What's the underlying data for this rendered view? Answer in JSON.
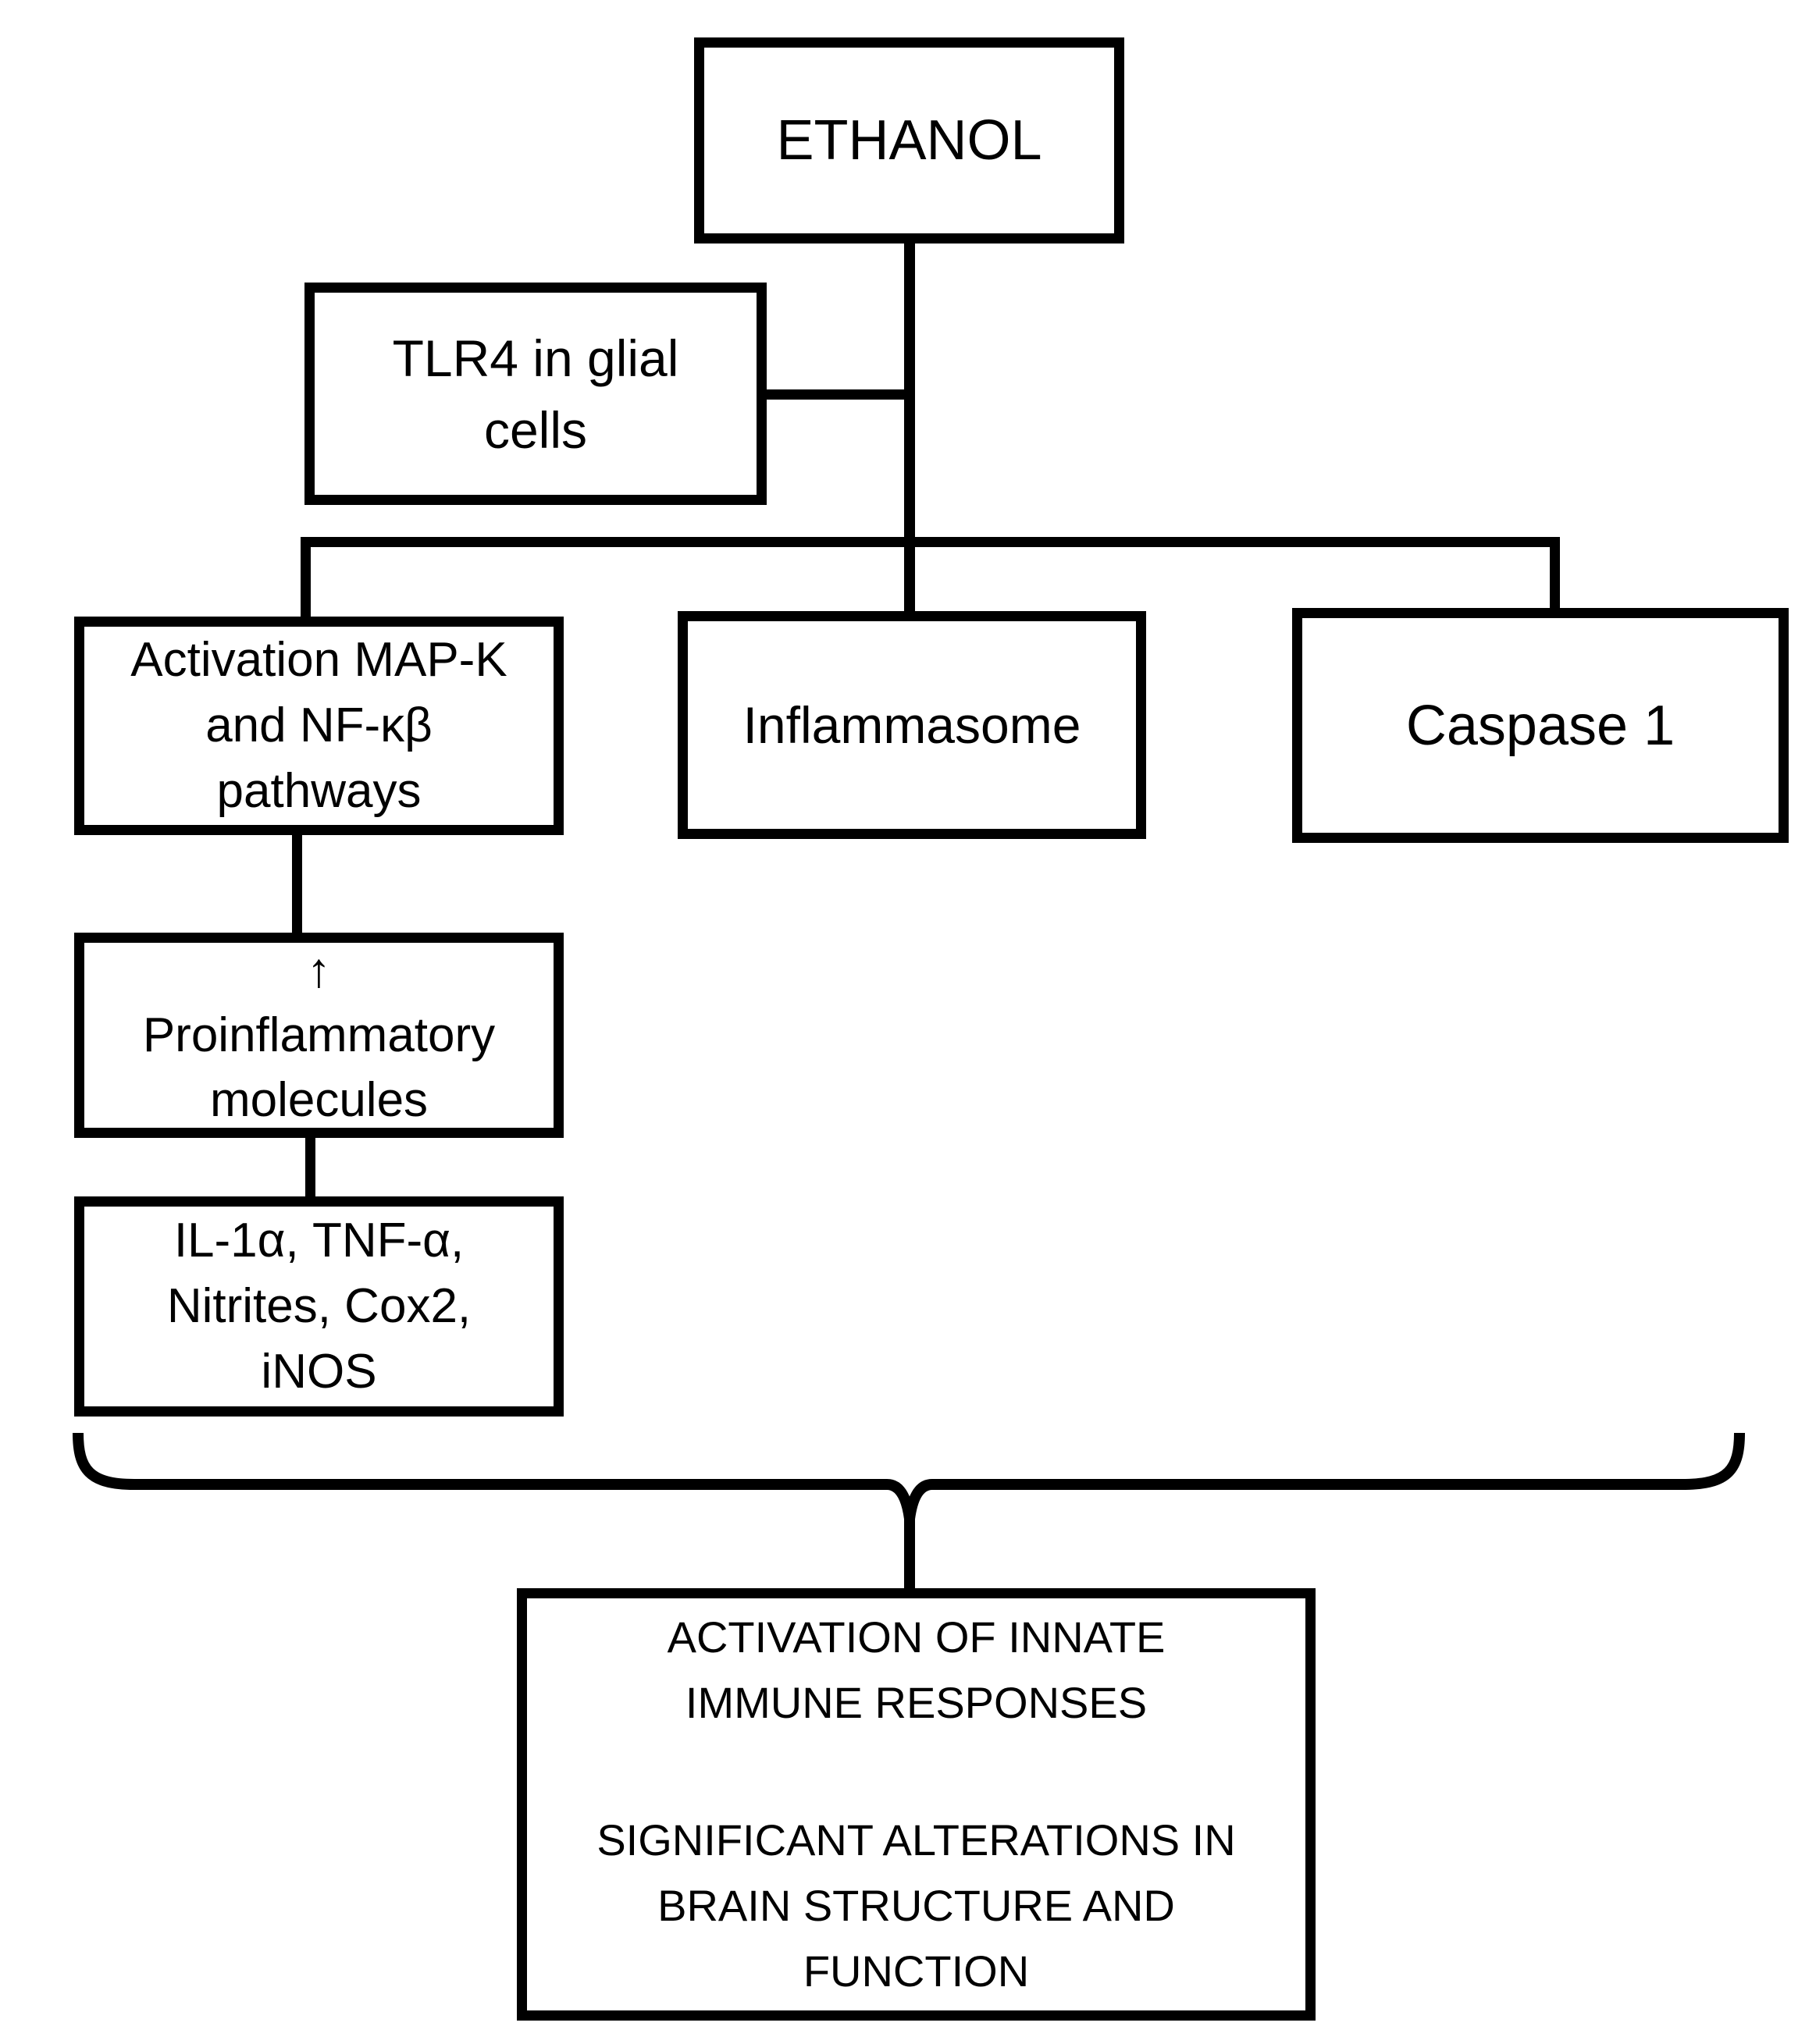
{
  "diagram": {
    "title": "Ethanol TLR4 neuroimmune signalling flowchart",
    "colors": {
      "line": "#000000",
      "text": "#000000",
      "background": "#ffffff"
    },
    "nodes": {
      "ethanol": {
        "lines": [
          "ETHANOL"
        ]
      },
      "tlr4": {
        "lines": [
          "TLR4 in glial",
          "cells"
        ]
      },
      "mapk": {
        "lines": [
          "Activation MAP-K",
          "and NF-κβ",
          "pathways"
        ]
      },
      "inflammasome": {
        "lines": [
          "Inflammasome"
        ]
      },
      "caspase1": {
        "lines": [
          "Caspase 1"
        ]
      },
      "proinflammatory": {
        "arrow": "↑",
        "lines": [
          "Proinflammatory",
          "molecules"
        ]
      },
      "mediators": {
        "lines": [
          "IL-1α, TNF-α,",
          "Nitrites, Cox2,",
          "iNOS"
        ]
      },
      "outcome": {
        "paragraph1": [
          "ACTIVATION OF INNATE",
          "IMMUNE RESPONSES"
        ],
        "paragraph2": [
          "SIGNIFICANT ALTERATIONS IN",
          "BRAIN STRUCTURE AND",
          "FUNCTION"
        ]
      }
    }
  }
}
